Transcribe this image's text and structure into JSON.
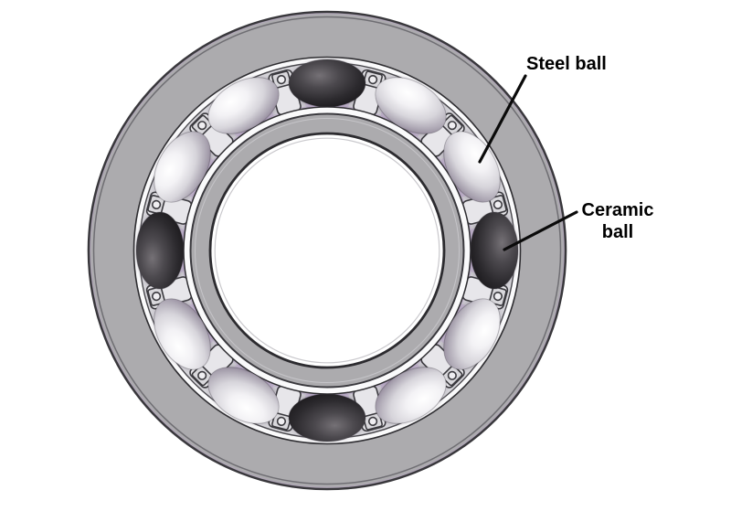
{
  "figure": {
    "name": "hybrid-ball-bearing-diagram",
    "labels": {
      "steel_ball": "Steel ball",
      "ceramic_line1": "Ceramic",
      "ceramic_line2": "ball"
    },
    "bearing": {
      "balls": [
        {
          "type": "ceramic",
          "clock_angle_deg": 0
        },
        {
          "type": "steel",
          "clock_angle_deg": 30
        },
        {
          "type": "steel",
          "clock_angle_deg": 60
        },
        {
          "type": "ceramic",
          "clock_angle_deg": 90
        },
        {
          "type": "steel",
          "clock_angle_deg": 120
        },
        {
          "type": "steel",
          "clock_angle_deg": 150
        },
        {
          "type": "ceramic",
          "clock_angle_deg": 180
        },
        {
          "type": "steel",
          "clock_angle_deg": 210
        },
        {
          "type": "steel",
          "clock_angle_deg": 240
        },
        {
          "type": "ceramic",
          "clock_angle_deg": 270
        },
        {
          "type": "steel",
          "clock_angle_deg": 300
        },
        {
          "type": "steel",
          "clock_angle_deg": 330
        }
      ],
      "cage_rivet_angles_deg": [
        15,
        45,
        75,
        105,
        135,
        165,
        195,
        225,
        255,
        285,
        315,
        345
      ]
    },
    "colors": {
      "background": "#ffffff",
      "ring_gray": "#acabae",
      "ring_edge": "#38373b",
      "chamfer_line": "#6f6e73",
      "lavender_accent": "#b4a0c4",
      "race_white": "#fafafb",
      "race_edge_dark": "#2e2d31",
      "channel_fill": "#d6d5da",
      "pocket_shadow": "#6e6374",
      "cage_fill": "#e7e6ea",
      "cage_edge": "#3b3a3f",
      "rivet_fill": "#d9d8dc",
      "rivet_hole_fill": "#efeef1",
      "bore_fill": "#ffffff",
      "bore_edge": "#2c2b2f",
      "leader_line": "#0a0a0a",
      "label_text": "#000000",
      "steel_stops": [
        "#ffffff",
        "#f3f2f5",
        "#d7d5db",
        "#aaa4b1",
        "#8c7f94",
        "#7b6f86"
      ],
      "ceramic_stops": [
        "#757176",
        "#4c494e",
        "#2c2a2e",
        "#1b191c",
        "#121013"
      ]
    }
  }
}
